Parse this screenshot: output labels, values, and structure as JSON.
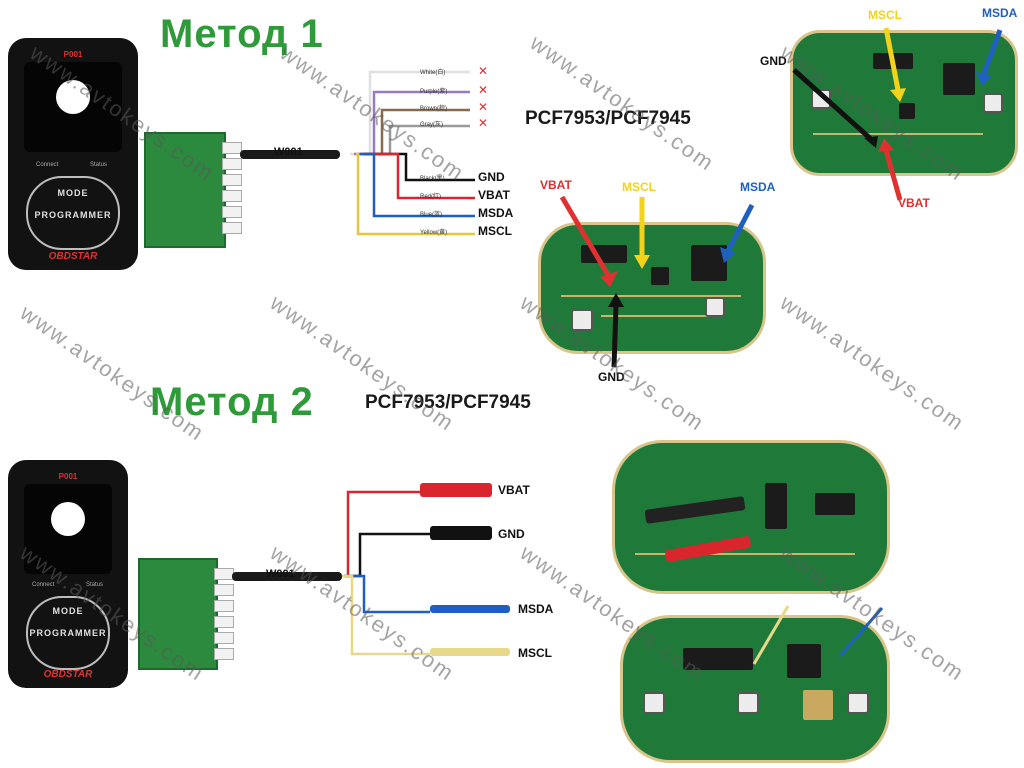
{
  "method1": {
    "title": "Метод 1",
    "chip_title": "PCF7953/PCF7945",
    "cable_label": "W001",
    "programmer": {
      "model": "P001",
      "label": "PROGRAMMER",
      "brand": "OBDSTAR",
      "led1": "Connect",
      "led2": "Status",
      "mode": "MODE"
    },
    "unused_wires": [
      "White(白)",
      "Purple(紫)",
      "Brown(棕)",
      "Gray(灰)"
    ],
    "signals": [
      {
        "label": "GND",
        "wire": "Black(黑)",
        "color": "#111111"
      },
      {
        "label": "VBAT",
        "wire": "Red(红)",
        "color": "#d8262c"
      },
      {
        "label": "MSDA",
        "wire": "Blue(蓝)",
        "color": "#1f5fbf"
      },
      {
        "label": "MSCL",
        "wire": "Yellow(黄)",
        "color": "#e8c83a"
      }
    ],
    "board1_labels": {
      "vbat": "VBAT",
      "mscl": "MSCL",
      "msda": "MSDA",
      "gnd": "GND"
    },
    "board2_labels": {
      "mscl": "MSCL",
      "msda": "MSDA",
      "gnd": "GND",
      "vbat": "VBAT"
    }
  },
  "method2": {
    "title": "Метод 2",
    "chip_title": "PCF7953/PCF7945",
    "cable_label": "W001",
    "programmer": {
      "model": "P001",
      "label": "PROGRAMMER",
      "brand": "OBDSTAR",
      "led1": "Connect",
      "led2": "Status",
      "mode": "MODE"
    },
    "signals": [
      {
        "label": "VBAT",
        "color": "#d8262c"
      },
      {
        "label": "GND",
        "color": "#111111"
      },
      {
        "label": "MSDA",
        "color": "#1f5fbf"
      },
      {
        "label": "MSCL",
        "color": "#e8d88a"
      }
    ]
  },
  "watermark": "www.avtokeys.com",
  "colors": {
    "title_green": "#2e9a3a",
    "pcb_green": "#1f7a3a",
    "arrow_red": "#e03030",
    "arrow_yellow": "#f2d21b",
    "arrow_blue": "#1f5fbf"
  }
}
